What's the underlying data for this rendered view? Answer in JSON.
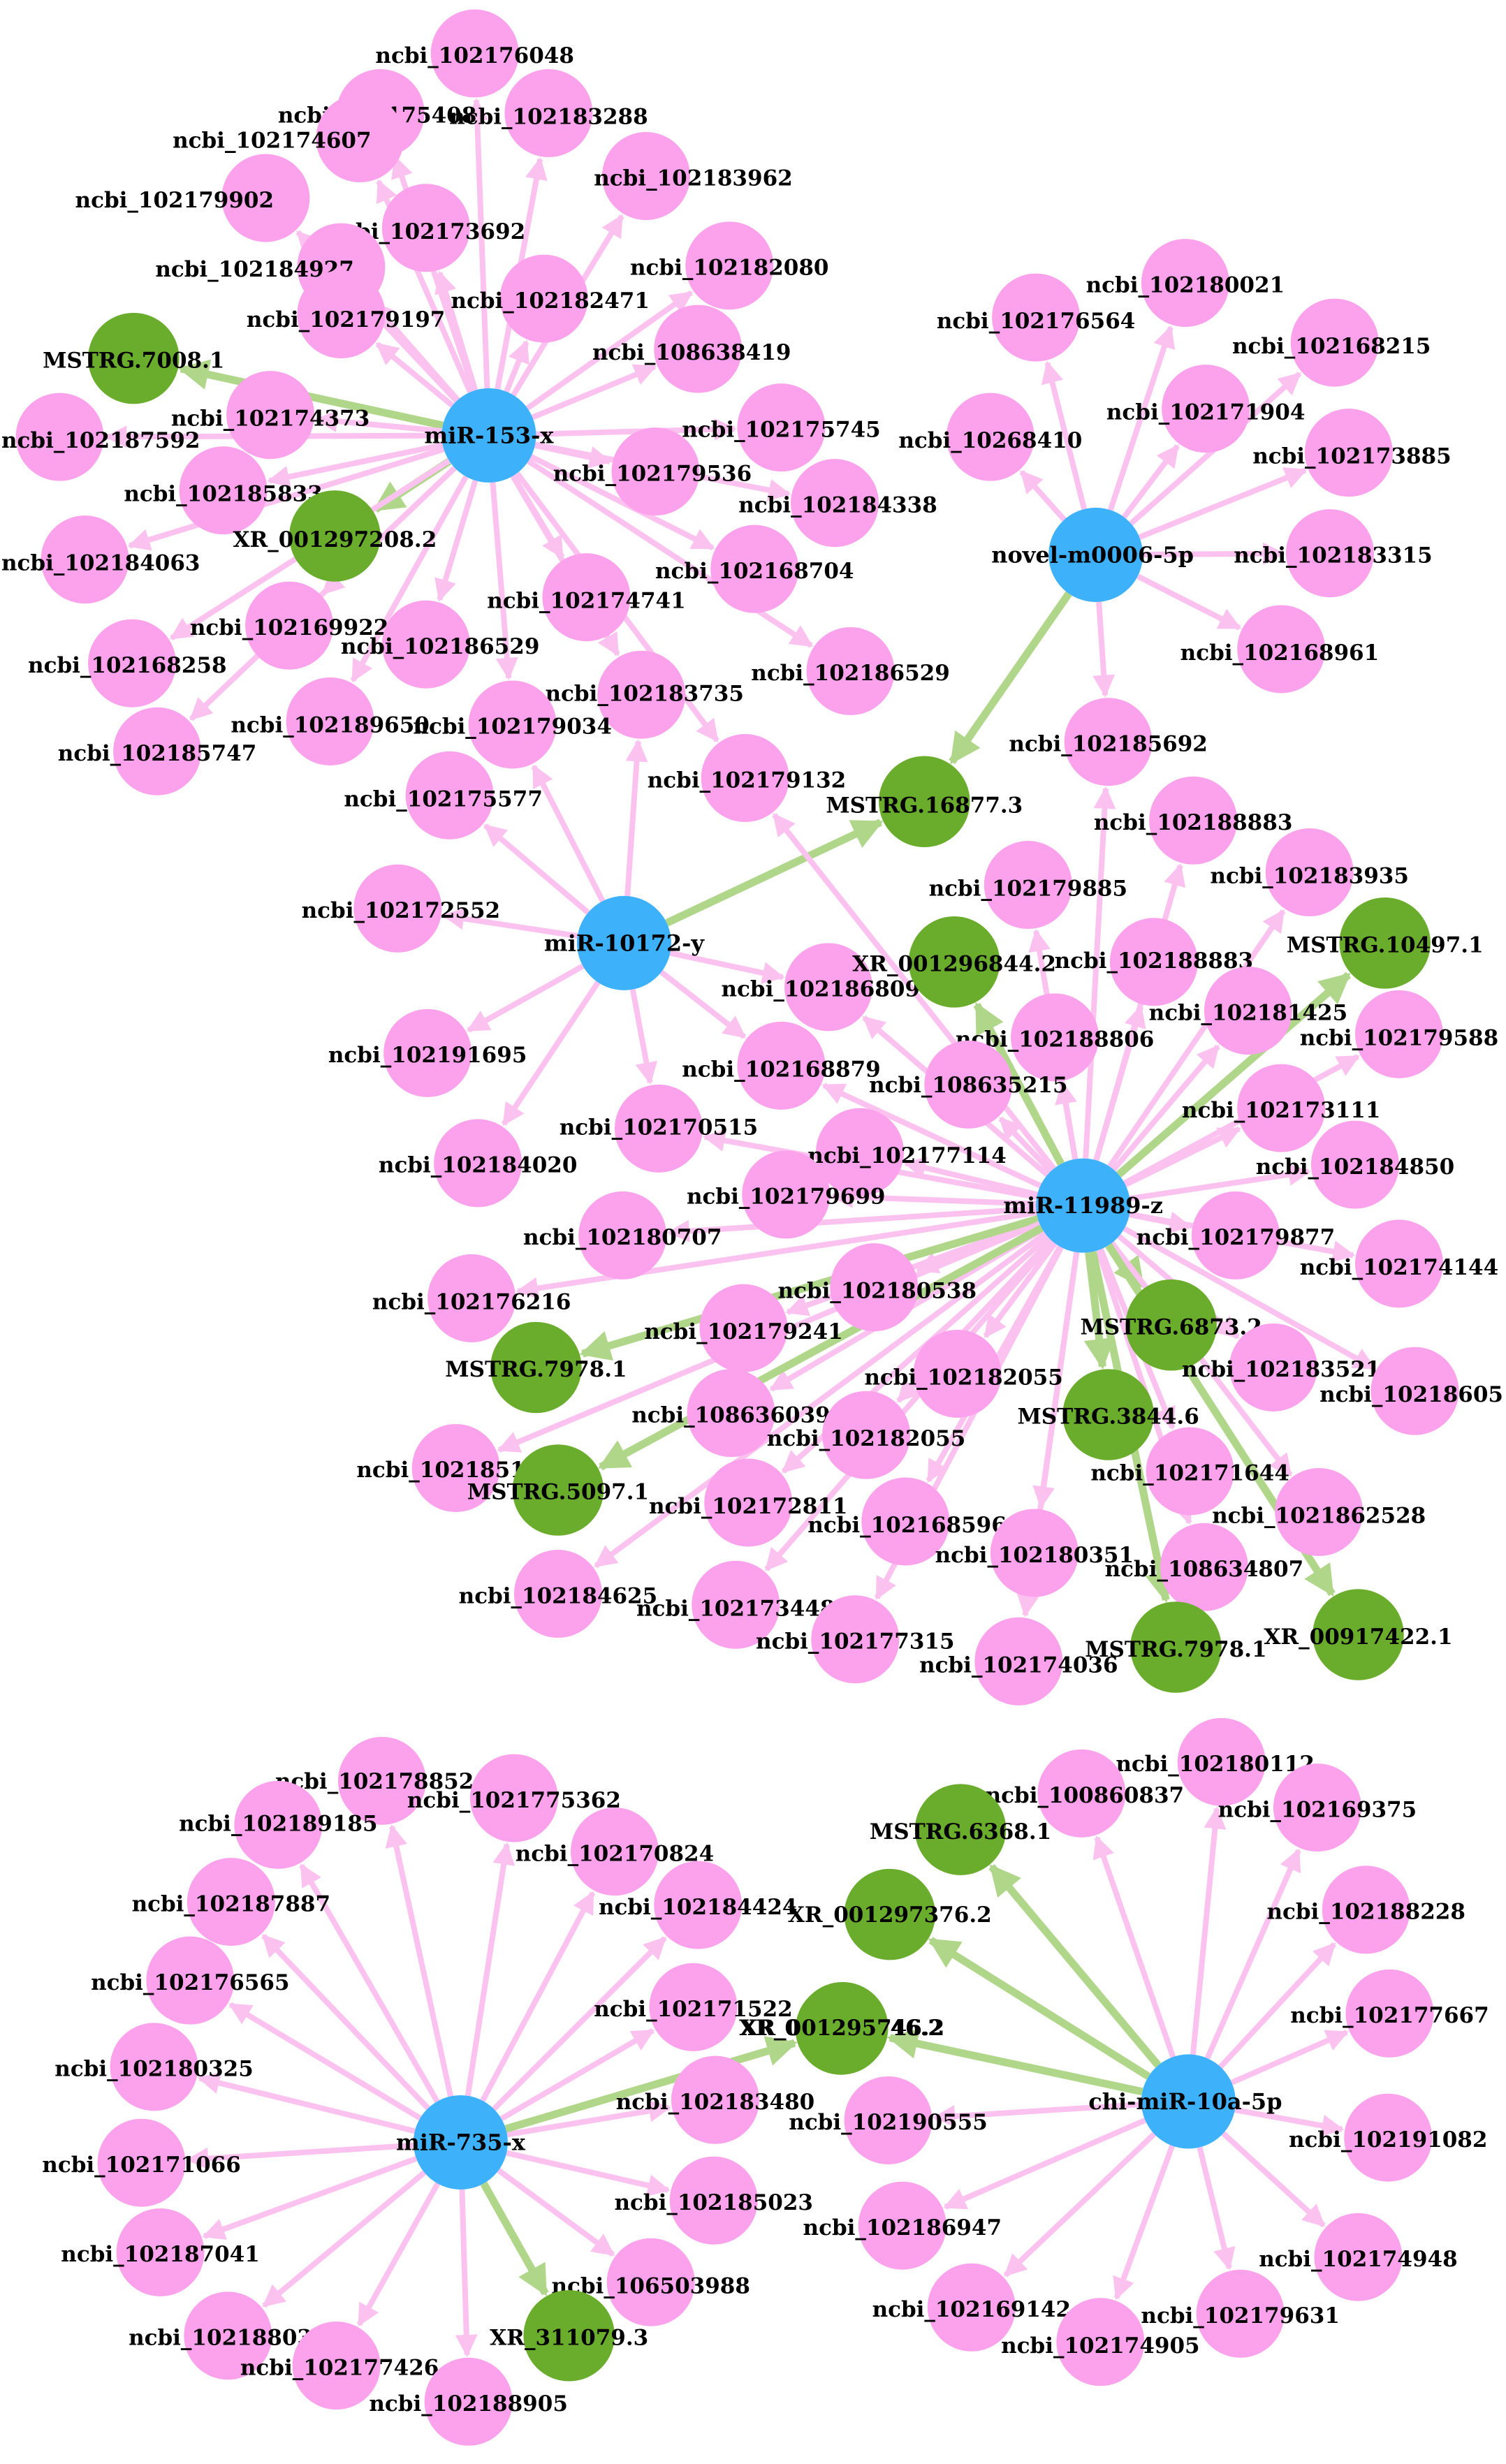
{
  "colors": {
    "background": "#ffffff",
    "mirna_node": "#3db1fa",
    "mrna_node": "#fca2ec",
    "lncrna_node": "#6aad2c",
    "mrna_edge": "#fbc2f0",
    "lncrna_edge": "#afd689"
  },
  "hubs": [
    {
      "id": "miR-153-x",
      "label": "miR-153-x"
    },
    {
      "id": "novel-m0006-5p",
      "label": "novel-m0006-5p"
    },
    {
      "id": "miR-10172-y",
      "label": "miR-10172-y"
    },
    {
      "id": "miR-11989-z",
      "label": "miR-11989-z"
    },
    {
      "id": "miR-735-x",
      "label": "miR-735-x"
    },
    {
      "id": "chi-miR-10a-5p",
      "label": "chi-miR-10a-5p"
    }
  ],
  "targets": [
    {
      "label": "ncbi_102176048",
      "type": "mrna",
      "hub": "miR-153-x"
    },
    {
      "label": "ncbi_102175408",
      "type": "mrna",
      "hub": "miR-153-x"
    },
    {
      "label": "ncbi_102183288",
      "type": "mrna",
      "hub": "miR-153-x"
    },
    {
      "label": "ncbi_102174607",
      "type": "mrna",
      "hub": "miR-153-x"
    },
    {
      "label": "ncbi_102183962",
      "type": "mrna",
      "hub": "miR-153-x"
    },
    {
      "label": "ncbi_102179902",
      "type": "mrna",
      "hub": "miR-153-x"
    },
    {
      "label": "ncbi_102173692",
      "type": "mrna",
      "hub": "miR-153-x"
    },
    {
      "label": "ncbi_102184927",
      "type": "mrna",
      "hub": "miR-153-x"
    },
    {
      "label": "ncbi_102182080",
      "type": "mrna",
      "hub": "miR-153-x"
    },
    {
      "label": "ncbi_102182471",
      "type": "mrna",
      "hub": "miR-153-x"
    },
    {
      "label": "ncbi_102179197",
      "type": "mrna",
      "hub": "miR-153-x"
    },
    {
      "label": "ncbi_108638419",
      "type": "mrna",
      "hub": "miR-153-x"
    },
    {
      "label": "MSTRG.7008.1",
      "type": "lncrna",
      "hub": "miR-153-x"
    },
    {
      "label": "ncbi_102174373",
      "type": "mrna",
      "hub": "miR-153-x"
    },
    {
      "label": "ncbi_102187592",
      "type": "mrna",
      "hub": "miR-153-x"
    },
    {
      "label": "ncbi_102175745",
      "type": "mrna",
      "hub": "miR-153-x"
    },
    {
      "label": "ncbi_102179536",
      "type": "mrna",
      "hub": "miR-153-x"
    },
    {
      "label": "ncbi_102185833",
      "type": "mrna",
      "hub": "miR-153-x"
    },
    {
      "label": "ncbi_102184338",
      "type": "mrna",
      "hub": "miR-153-x"
    },
    {
      "label": "XR_001297208.2",
      "type": "lncrna",
      "hub": "miR-153-x"
    },
    {
      "label": "ncbi_102184063",
      "type": "mrna",
      "hub": "miR-153-x"
    },
    {
      "label": "ncbi_102168704",
      "type": "mrna",
      "hub": "miR-153-x"
    },
    {
      "label": "ncbi_102174741",
      "type": "mrna",
      "hub": "miR-153-x"
    },
    {
      "label": "ncbi_102169922",
      "type": "mrna",
      "hub": "miR-153-x"
    },
    {
      "label": "ncbi_102168258",
      "type": "mrna",
      "hub": "miR-153-x"
    },
    {
      "label": "ncbi_102186529",
      "type": "mrna",
      "hub": "miR-153-x"
    },
    {
      "label": "ncbi_102186529",
      "type": "mrna",
      "hub": "miR-153-x"
    },
    {
      "label": "ncbi_102183735",
      "type": "mrna",
      "hub": "miR-153-x"
    },
    {
      "label": "ncbi_102189650",
      "type": "mrna",
      "hub": "miR-153-x"
    },
    {
      "label": "ncbi_102179034",
      "type": "mrna",
      "hub": "miR-153-x"
    },
    {
      "label": "ncbi_102185747",
      "type": "mrna",
      "hub": "miR-153-x"
    },
    {
      "label": "ncbi_102179132",
      "type": "mrna",
      "hub": "miR-153-x"
    },
    {
      "label": "ncbi_102180021",
      "type": "mrna",
      "hub": "novel-m0006-5p"
    },
    {
      "label": "ncbi_102176564",
      "type": "mrna",
      "hub": "novel-m0006-5p"
    },
    {
      "label": "ncbi_102168215",
      "type": "mrna",
      "hub": "novel-m0006-5p"
    },
    {
      "label": "ncbi_102171904",
      "type": "mrna",
      "hub": "novel-m0006-5p"
    },
    {
      "label": "ncbi_10268410",
      "type": "mrna",
      "hub": "novel-m0006-5p"
    },
    {
      "label": "ncbi_102173885",
      "type": "mrna",
      "hub": "novel-m0006-5p"
    },
    {
      "label": "ncbi_102183315",
      "type": "mrna",
      "hub": "novel-m0006-5p"
    },
    {
      "label": "ncbi_102168961",
      "type": "mrna",
      "hub": "novel-m0006-5p"
    },
    {
      "label": "ncbi_102185692",
      "type": "mrna",
      "hub": "novel-m0006-5p"
    },
    {
      "label": "MSTRG.16877.3",
      "type": "lncrna",
      "hub": "novel-m0006-5p"
    },
    {
      "label": "ncbi_102175577",
      "type": "mrna",
      "hub": "miR-10172-y"
    },
    {
      "label": "ncbi_102172552",
      "type": "mrna",
      "hub": "miR-10172-y"
    },
    {
      "label": "ncbi_102191695",
      "type": "mrna",
      "hub": "miR-10172-y"
    },
    {
      "label": "ncbi_102184020",
      "type": "mrna",
      "hub": "miR-10172-y"
    },
    {
      "label": "ncbi_102170515",
      "type": "mrna",
      "hub": "miR-10172-y"
    },
    {
      "label": "ncbi_102168879",
      "type": "mrna",
      "hub": "miR-10172-y"
    },
    {
      "label": "ncbi_102186809",
      "type": "mrna",
      "hub": "miR-10172-y"
    },
    {
      "label": "ncbi_102188883",
      "type": "mrna",
      "hub": "miR-11989-z"
    },
    {
      "label": "ncbi_102183935",
      "type": "mrna",
      "hub": "miR-11989-z"
    },
    {
      "label": "ncbi_102179885",
      "type": "mrna",
      "hub": "miR-11989-z"
    },
    {
      "label": "MSTRG.10497.1",
      "type": "lncrna",
      "hub": "miR-11989-z"
    },
    {
      "label": "XR_001296844.2",
      "type": "lncrna",
      "hub": "miR-11989-z"
    },
    {
      "label": "ncbi_102188883",
      "type": "mrna",
      "hub": "miR-11989-z"
    },
    {
      "label": "ncbi_102181425",
      "type": "mrna",
      "hub": "miR-11989-z"
    },
    {
      "label": "ncbi_102188806",
      "type": "mrna",
      "hub": "miR-11989-z"
    },
    {
      "label": "ncbi_102179588",
      "type": "mrna",
      "hub": "miR-11989-z"
    },
    {
      "label": "ncbi_108635215",
      "type": "mrna",
      "hub": "miR-11989-z"
    },
    {
      "label": "ncbi_102173111",
      "type": "mrna",
      "hub": "miR-11989-z"
    },
    {
      "label": "ncbi_102177114",
      "type": "mrna",
      "hub": "miR-11989-z"
    },
    {
      "label": "ncbi_102184850",
      "type": "mrna",
      "hub": "miR-11989-z"
    },
    {
      "label": "ncbi_102179699",
      "type": "mrna",
      "hub": "miR-11989-z"
    },
    {
      "label": "ncbi_102180707",
      "type": "mrna",
      "hub": "miR-11989-z"
    },
    {
      "label": "ncbi_102179877",
      "type": "mrna",
      "hub": "miR-11989-z"
    },
    {
      "label": "ncbi_102174144",
      "type": "mrna",
      "hub": "miR-11989-z"
    },
    {
      "label": "ncbi_102176216",
      "type": "mrna",
      "hub": "miR-11989-z"
    },
    {
      "label": "ncbi_102180538",
      "type": "mrna",
      "hub": "miR-11989-z"
    },
    {
      "label": "MSTRG.6873.2",
      "type": "lncrna",
      "hub": "miR-11989-z"
    },
    {
      "label": "ncbi_102179241",
      "type": "mrna",
      "hub": "miR-11989-z"
    },
    {
      "label": "MSTRG.7978.1",
      "type": "lncrna",
      "hub": "miR-11989-z"
    },
    {
      "label": "ncbi_102183521",
      "type": "mrna",
      "hub": "miR-11989-z"
    },
    {
      "label": "ncbi_10218605",
      "type": "mrna",
      "hub": "miR-11989-z"
    },
    {
      "label": "ncbi_102182055",
      "type": "mrna",
      "hub": "miR-11989-z"
    },
    {
      "label": "ncbi_108636039",
      "type": "mrna",
      "hub": "miR-11989-z"
    },
    {
      "label": "MSTRG.3844.6",
      "type": "lncrna",
      "hub": "miR-11989-z"
    },
    {
      "label": "ncbi_102182055",
      "type": "mrna",
      "hub": "miR-11989-z"
    },
    {
      "label": "ncbi_102185119",
      "type": "mrna",
      "hub": "miR-11989-z"
    },
    {
      "label": "MSTRG.5097.1",
      "type": "lncrna",
      "hub": "miR-11989-z"
    },
    {
      "label": "ncbi_102171644",
      "type": "mrna",
      "hub": "miR-11989-z"
    },
    {
      "label": "ncbi_102172811",
      "type": "mrna",
      "hub": "miR-11989-z"
    },
    {
      "label": "ncbi_1021862528",
      "type": "mrna",
      "hub": "miR-11989-z"
    },
    {
      "label": "ncbi_102168596",
      "type": "mrna",
      "hub": "miR-11989-z"
    },
    {
      "label": "ncbi_102180351",
      "type": "mrna",
      "hub": "miR-11989-z"
    },
    {
      "label": "ncbi_108634807",
      "type": "mrna",
      "hub": "miR-11989-z"
    },
    {
      "label": "ncbi_102184625",
      "type": "mrna",
      "hub": "miR-11989-z"
    },
    {
      "label": "ncbi_102173448",
      "type": "mrna",
      "hub": "miR-11989-z"
    },
    {
      "label": "MSTRG.7978.1",
      "type": "lncrna",
      "hub": "miR-11989-z"
    },
    {
      "label": "XR_00917422.1",
      "type": "lncrna",
      "hub": "miR-11989-z"
    },
    {
      "label": "ncbi_102177315",
      "type": "mrna",
      "hub": "miR-11989-z"
    },
    {
      "label": "ncbi_102174036",
      "type": "mrna",
      "hub": "miR-11989-z"
    },
    {
      "label": "ncbi_1021788524",
      "type": "mrna",
      "hub": "miR-735-x"
    },
    {
      "label": "ncbi_1021775362",
      "type": "mrna",
      "hub": "miR-735-x"
    },
    {
      "label": "ncbi_102189185",
      "type": "mrna",
      "hub": "miR-735-x"
    },
    {
      "label": "ncbi_102170824",
      "type": "mrna",
      "hub": "miR-735-x"
    },
    {
      "label": "ncbi_102187887",
      "type": "mrna",
      "hub": "miR-735-x"
    },
    {
      "label": "ncbi_102184424",
      "type": "mrna",
      "hub": "miR-735-x"
    },
    {
      "label": "ncbi_102176565",
      "type": "mrna",
      "hub": "miR-735-x"
    },
    {
      "label": "ncbi_102171522",
      "type": "mrna",
      "hub": "miR-735-x"
    },
    {
      "label": "ncbi_102180325",
      "type": "mrna",
      "hub": "miR-735-x"
    },
    {
      "label": "ncbi_102183480",
      "type": "mrna",
      "hub": "miR-735-x"
    },
    {
      "label": "ncbi_102171066",
      "type": "mrna",
      "hub": "miR-735-x"
    },
    {
      "label": "ncbi_102185023",
      "type": "mrna",
      "hub": "miR-735-x"
    },
    {
      "label": "ncbi_102187041",
      "type": "mrna",
      "hub": "miR-735-x"
    },
    {
      "label": "ncbi_106503988",
      "type": "mrna",
      "hub": "miR-735-x"
    },
    {
      "label": "ncbi_102188038",
      "type": "mrna",
      "hub": "miR-735-x"
    },
    {
      "label": "XR_311079.3",
      "type": "lncrna",
      "hub": "miR-735-x"
    },
    {
      "label": "ncbi_102177426",
      "type": "mrna",
      "hub": "miR-735-x"
    },
    {
      "label": "ncbi_102188905",
      "type": "mrna",
      "hub": "miR-735-x"
    },
    {
      "label": "XR_001295746.2",
      "type": "lncrna",
      "hub": "miR-735-x"
    },
    {
      "label": "ncbi_102180112",
      "type": "mrna",
      "hub": "chi-miR-10a-5p"
    },
    {
      "label": "ncbi_100860837",
      "type": "mrna",
      "hub": "chi-miR-10a-5p"
    },
    {
      "label": "MSTRG.6368.1",
      "type": "lncrna",
      "hub": "chi-miR-10a-5p"
    },
    {
      "label": "ncbi_102169375",
      "type": "mrna",
      "hub": "chi-miR-10a-5p"
    },
    {
      "label": "ncbi_102188228",
      "type": "mrna",
      "hub": "chi-miR-10a-5p"
    },
    {
      "label": "XR_001297376.2",
      "type": "lncrna",
      "hub": "chi-miR-10a-5p"
    },
    {
      "label": "ncbi_102177667",
      "type": "mrna",
      "hub": "chi-miR-10a-5p"
    },
    {
      "label": "XR_001295746.2",
      "type": "lncrna",
      "hub": "chi-miR-10a-5p"
    },
    {
      "label": "ncbi_102190555",
      "type": "mrna",
      "hub": "chi-miR-10a-5p"
    },
    {
      "label": "ncbi_102191082",
      "type": "mrna",
      "hub": "chi-miR-10a-5p"
    },
    {
      "label": "ncbi_102186947",
      "type": "mrna",
      "hub": "chi-miR-10a-5p"
    },
    {
      "label": "ncbi_102174948",
      "type": "mrna",
      "hub": "chi-miR-10a-5p"
    },
    {
      "label": "ncbi_102169142",
      "type": "mrna",
      "hub": "chi-miR-10a-5p"
    },
    {
      "label": "ncbi_102179631",
      "type": "mrna",
      "hub": "chi-miR-10a-5p"
    },
    {
      "label": "ncbi_102174905",
      "type": "mrna",
      "hub": "chi-miR-10a-5p"
    }
  ],
  "cross_links": [
    {
      "from": "miR-10172-y",
      "to": "MSTRG.16877.3",
      "type": "lncrna"
    },
    {
      "from": "miR-10172-y",
      "to": "ncbi_102183735",
      "type": "mrna"
    },
    {
      "from": "miR-10172-y",
      "to": "ncbi_102179034",
      "type": "mrna"
    },
    {
      "from": "miR-11989-z",
      "to": "ncbi_102179132",
      "type": "mrna"
    },
    {
      "from": "miR-11989-z",
      "to": "ncbi_102186809",
      "type": "mrna"
    },
    {
      "from": "miR-11989-z",
      "to": "ncbi_102168879",
      "type": "mrna"
    },
    {
      "from": "miR-11989-z",
      "to": "ncbi_102170515",
      "type": "mrna"
    },
    {
      "from": "miR-11989-z",
      "to": "ncbi_102185692",
      "type": "mrna"
    }
  ]
}
